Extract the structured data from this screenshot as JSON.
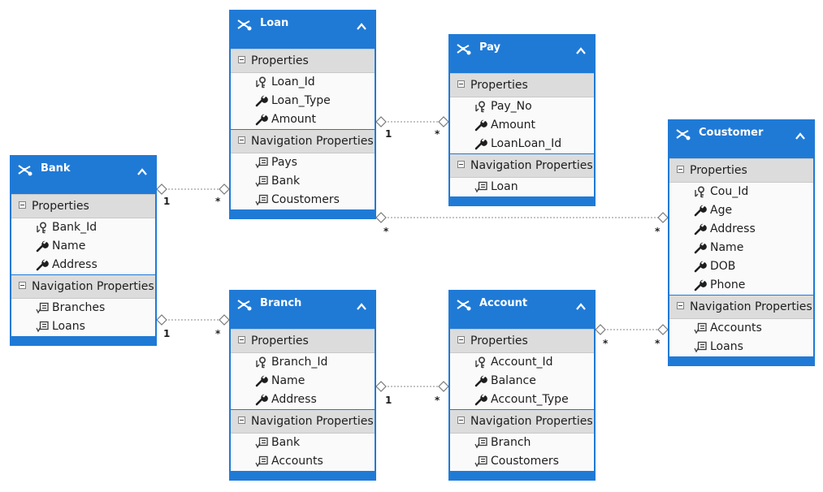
{
  "colors": {
    "accent": "#1f7ad6",
    "section_bg": "#dcdcdc",
    "body_bg": "#f0f0f0"
  },
  "section_labels": {
    "properties": "Properties",
    "navigation": "Navigation Properties"
  },
  "entities": [
    {
      "name": "Bank",
      "properties": [
        {
          "label": "Bank_Id",
          "icon": "key-icon"
        },
        {
          "label": "Name",
          "icon": "wrench-icon"
        },
        {
          "label": "Address",
          "icon": "wrench-icon"
        }
      ],
      "navigation": [
        {
          "label": "Branches"
        },
        {
          "label": "Loans"
        }
      ]
    },
    {
      "name": "Loan",
      "properties": [
        {
          "label": "Loan_Id",
          "icon": "key-icon"
        },
        {
          "label": "Loan_Type",
          "icon": "wrench-icon"
        },
        {
          "label": "Amount",
          "icon": "wrench-icon"
        }
      ],
      "navigation": [
        {
          "label": "Pays"
        },
        {
          "label": "Bank"
        },
        {
          "label": "Coustomers"
        }
      ]
    },
    {
      "name": "Pay",
      "properties": [
        {
          "label": "Pay_No",
          "icon": "key-icon"
        },
        {
          "label": "Amount",
          "icon": "wrench-icon"
        },
        {
          "label": "LoanLoan_Id",
          "icon": "wrench-icon"
        }
      ],
      "navigation": [
        {
          "label": "Loan"
        }
      ]
    },
    {
      "name": "Coustomer",
      "properties": [
        {
          "label": "Cou_Id",
          "icon": "key-icon"
        },
        {
          "label": "Age",
          "icon": "wrench-icon"
        },
        {
          "label": "Address",
          "icon": "wrench-icon"
        },
        {
          "label": "Name",
          "icon": "wrench-icon"
        },
        {
          "label": "DOB",
          "icon": "wrench-icon"
        },
        {
          "label": "Phone",
          "icon": "wrench-icon"
        }
      ],
      "navigation": [
        {
          "label": "Accounts"
        },
        {
          "label": "Loans"
        }
      ]
    },
    {
      "name": "Branch",
      "properties": [
        {
          "label": "Branch_Id",
          "icon": "key-icon"
        },
        {
          "label": "Name",
          "icon": "wrench-icon"
        },
        {
          "label": "Address",
          "icon": "wrench-icon"
        }
      ],
      "navigation": [
        {
          "label": "Bank"
        },
        {
          "label": "Accounts"
        }
      ]
    },
    {
      "name": "Account",
      "properties": [
        {
          "label": "Account_Id",
          "icon": "key-icon"
        },
        {
          "label": "Balance",
          "icon": "wrench-icon"
        },
        {
          "label": "Account_Type",
          "icon": "wrench-icon"
        }
      ],
      "navigation": [
        {
          "label": "Branch"
        },
        {
          "label": "Coustomers"
        }
      ]
    }
  ],
  "associations": [
    {
      "from": "Bank",
      "to": "Loan",
      "from_mult": "1",
      "to_mult": "*"
    },
    {
      "from": "Loan",
      "to": "Pay",
      "from_mult": "1",
      "to_mult": "*"
    },
    {
      "from": "Loan",
      "to": "Coustomer",
      "from_mult": "*",
      "to_mult": "*"
    },
    {
      "from": "Bank",
      "to": "Branch",
      "from_mult": "1",
      "to_mult": "*"
    },
    {
      "from": "Branch",
      "to": "Account",
      "from_mult": "1",
      "to_mult": "*"
    },
    {
      "from": "Account",
      "to": "Coustomer",
      "from_mult": "*",
      "to_mult": "*"
    }
  ]
}
